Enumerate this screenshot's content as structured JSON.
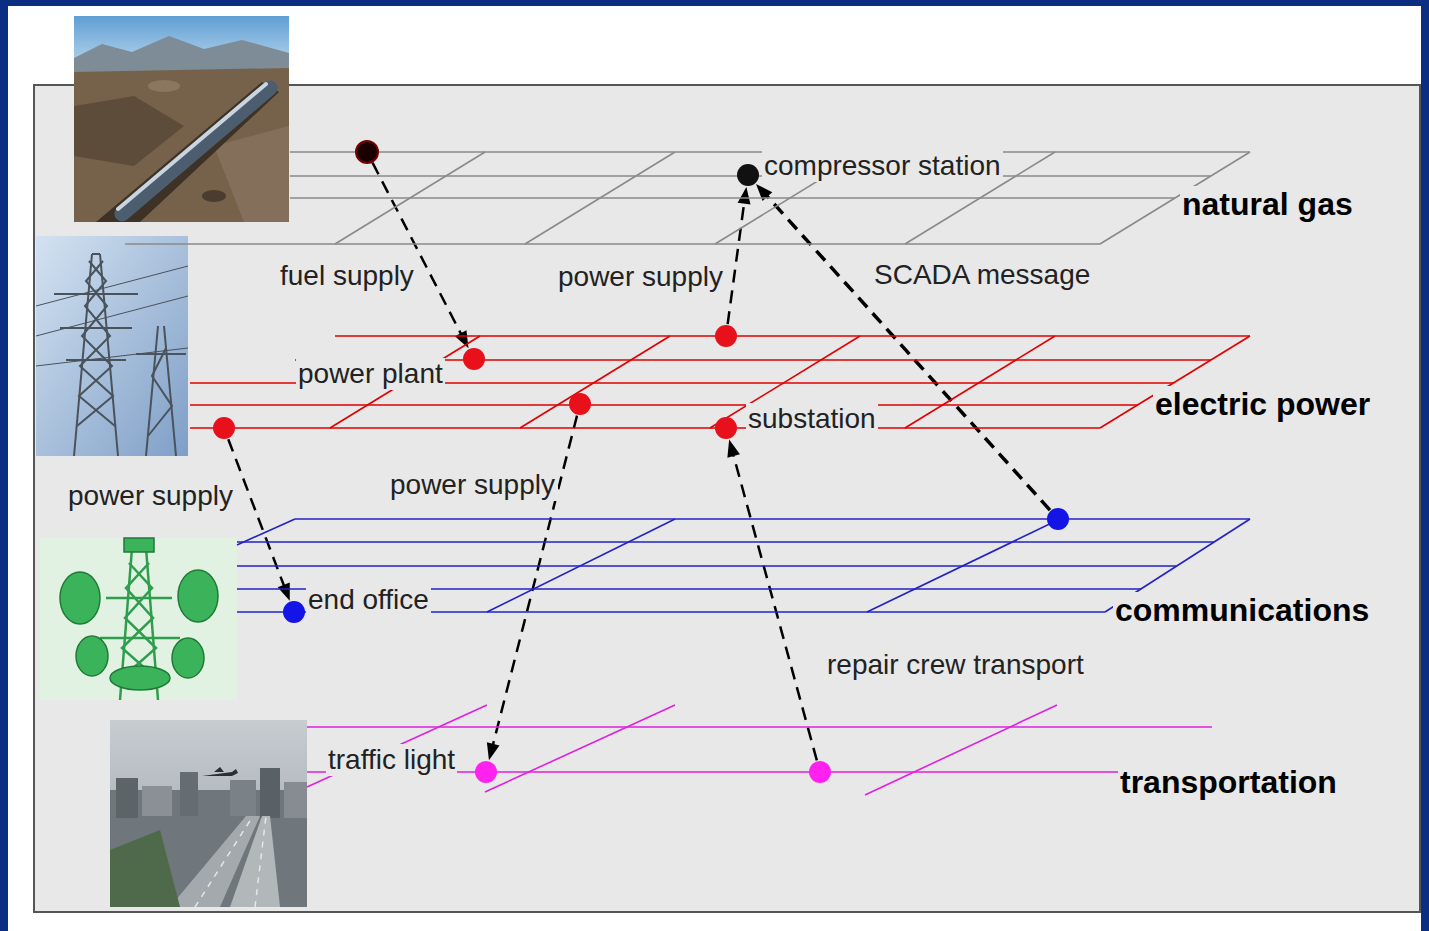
{
  "diagram": {
    "nodes": [
      {
        "text": [
          "natural gas"
        ]
      },
      {
        "text": [
          "compressor station"
        ],
        "in": 0
      },
      {
        "text": [
          "electric power"
        ]
      },
      {
        "text": [
          "power plant"
        ],
        "in": 2
      },
      {
        "text": [
          "substation"
        ],
        "in": 2
      },
      {
        "text": [
          "communications"
        ]
      },
      {
        "text": [
          "end office"
        ],
        "in": 5
      },
      {
        "text": [
          "transportation"
        ]
      },
      {
        "text": [
          "traffic light"
        ],
        "in": 7
      }
    ],
    "edges": [
      {
        "from": 0,
        "to": 3,
        "label": "fuel supply",
        "arrow": "to"
      },
      {
        "from": 2,
        "to": 1,
        "label": "power supply",
        "arrow": "to"
      },
      {
        "from": 5,
        "to": 1,
        "label": "SCADA message",
        "arrow": "to"
      },
      {
        "from": 2,
        "to": 6,
        "label": "power supply",
        "arrow": "to"
      },
      {
        "from": 2,
        "to": 8,
        "label": "power supply",
        "arrow": "to"
      },
      {
        "from": 7,
        "to": 4,
        "label": "repair crew transport",
        "arrow": "to"
      }
    ]
  }
}
